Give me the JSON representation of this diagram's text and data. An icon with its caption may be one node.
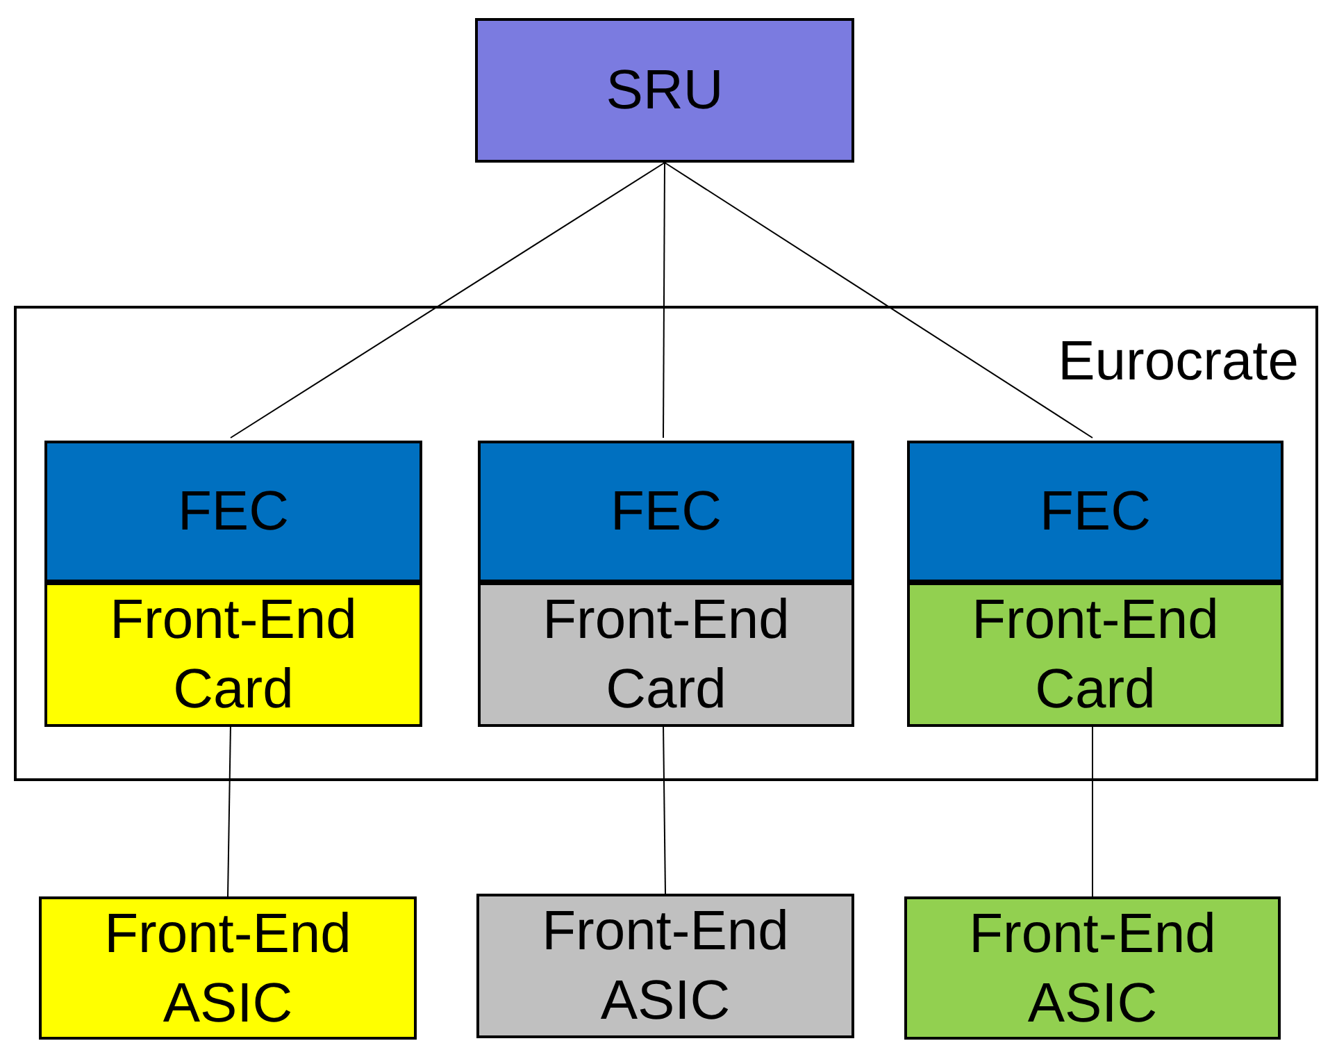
{
  "diagram": {
    "nodes": [
      {
        "text": [
          "SRU"
        ]
      },
      {
        "text": [
          "Eurocrate"
        ]
      },
      {
        "text": [
          "FEC"
        ],
        "in": 1
      },
      {
        "text": [
          "Front-End Card"
        ],
        "in": 1
      },
      {
        "text": [
          "FEC"
        ],
        "in": 1
      },
      {
        "text": [
          "Front-End Card"
        ],
        "in": 1
      },
      {
        "text": [
          "FEC"
        ],
        "in": 1
      },
      {
        "text": [
          "Front-End Card"
        ],
        "in": 1
      },
      {
        "text": [
          "Front-End ASIC"
        ]
      },
      {
        "text": [
          "Front-End ASIC"
        ]
      },
      {
        "text": [
          "Front-End ASIC"
        ]
      }
    ],
    "edges": [
      {
        "from": 0,
        "to": 2,
        "arrow": "none"
      },
      {
        "from": 0,
        "to": 4,
        "arrow": "none"
      },
      {
        "from": 0,
        "to": 6,
        "arrow": "none"
      },
      {
        "from": 3,
        "to": 8,
        "arrow": "none"
      },
      {
        "from": 5,
        "to": 9,
        "arrow": "none"
      },
      {
        "from": 7,
        "to": 10,
        "arrow": "none"
      }
    ]
  }
}
